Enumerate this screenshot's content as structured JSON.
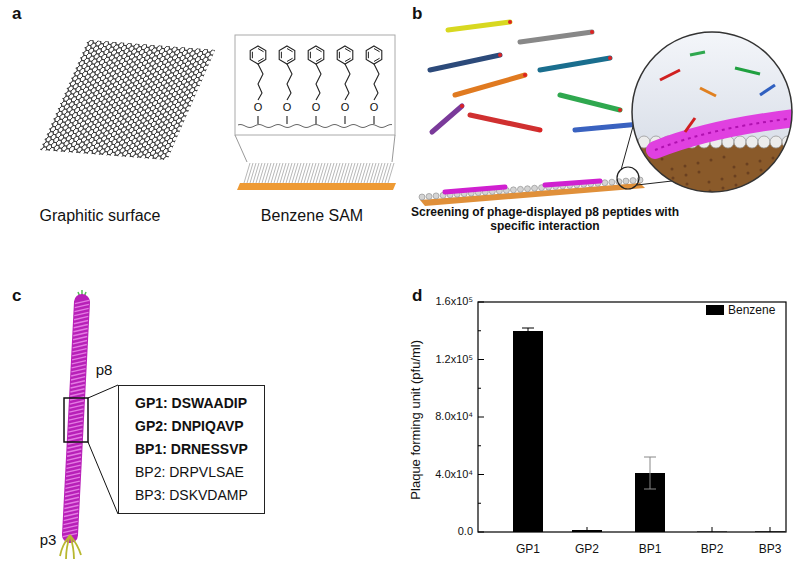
{
  "diagram": {
    "nodes": [
      {
        "text": [
          "GP1: DSWAADIP",
          "GP2: DNPIQAVP",
          "BP1: DRNESSVP",
          "BP2: DRPVLSAE",
          "BP3: DSKVDAMP"
        ]
      }
    ],
    "labels": [
      "a",
      "Graphitic surface",
      "Benzene SAM",
      "O",
      "O",
      "O",
      "O",
      "O",
      "b",
      "Screening of phage-displayed p8 peptides with specific interaction",
      "c",
      "p8",
      "p3",
      "d",
      "1.6x10⁵",
      "1.2x10⁵",
      "8.0x10⁴",
      "4.0x10⁴",
      "0.0",
      "Plaque forming unit (pfu/ml)",
      "GP1",
      "GP2",
      "BP1",
      "BP2",
      "BP3"
    ],
    "legend": [
      {
        "text": "Benzene",
        "color": "#000000"
      }
    ]
  }
}
